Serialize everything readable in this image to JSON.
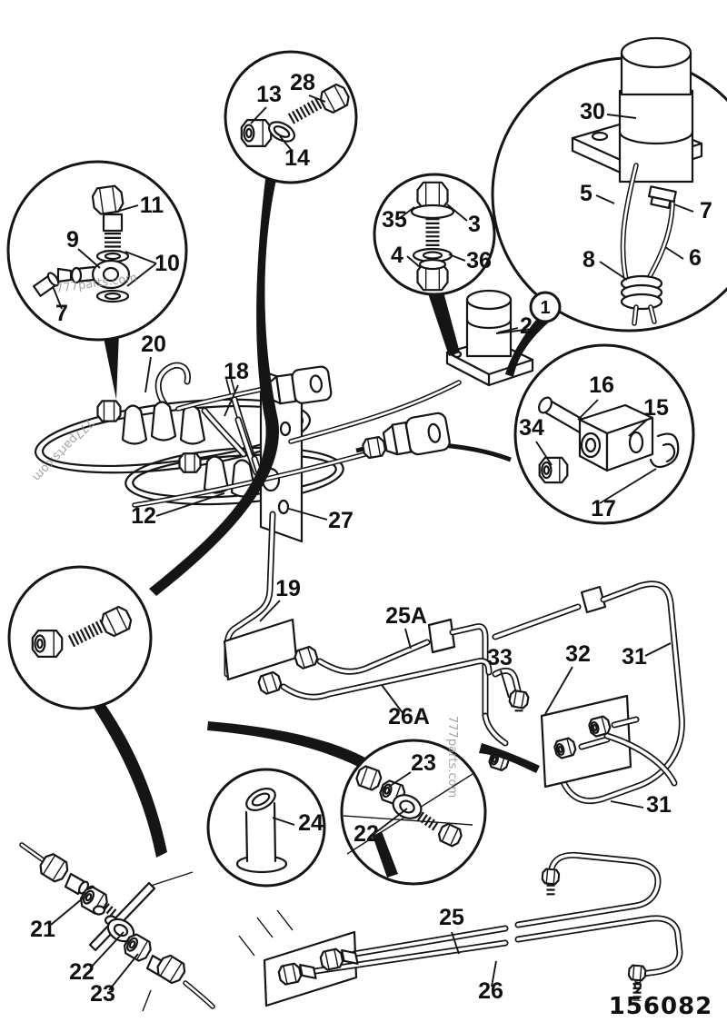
{
  "drawing": {
    "number": "156082"
  },
  "watermark": {
    "text": "777parts.com"
  },
  "callouts": [
    "11",
    "9",
    "10",
    "7",
    "13",
    "28",
    "14",
    "35",
    "3",
    "4",
    "36",
    "30",
    "5",
    "7",
    "8",
    "6",
    "2",
    "1",
    "16",
    "34",
    "15",
    "17",
    "20",
    "18",
    "12",
    "27",
    "19",
    "25A",
    "26A",
    "33",
    "32",
    "31",
    "31",
    "23",
    "22",
    "24",
    "21",
    "22",
    "23",
    "25",
    "26"
  ]
}
